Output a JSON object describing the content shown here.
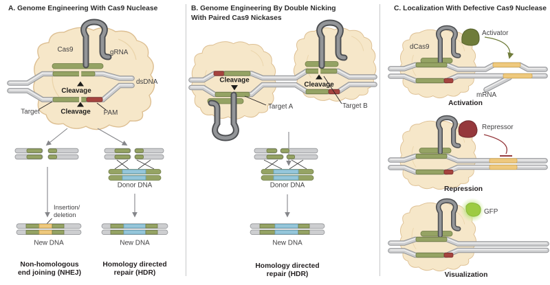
{
  "figure": {
    "type": "scientific-diagram",
    "subject": "CRISPR/Cas9 genome engineering mechanisms"
  },
  "panels": {
    "a": {
      "title": "A. Genome Engineering With Cas9 Nuclease",
      "cas9": "Cas9",
      "grna": "gRNA",
      "dsdna": "dsDNA",
      "cleavage": "Cleavage",
      "target": "Target",
      "pam": "PAM",
      "insertion1": "Insertion/",
      "insertion2": "deletion",
      "new_dna": "New DNA",
      "donor": "Donor DNA",
      "nhej1": "Non-homologous",
      "nhej2": "end joining (NHEJ)",
      "hdr1": "Homology directed",
      "hdr2": "repair (HDR)"
    },
    "b": {
      "title1": "B. Genome Engineering By Double Nicking",
      "title2": "With Paired Cas9 Nickases",
      "cleavage": "Cleavage",
      "target_a": "Target A",
      "target_b": "Target B",
      "donor": "Donor DNA",
      "new_dna": "New DNA",
      "hdr1": "Homology directed",
      "hdr2": "repair (HDR)"
    },
    "c": {
      "title": "C. Localization With Defective Cas9 Nuclease",
      "dcas9": "dCas9",
      "activator": "Activator",
      "mrna": "mRNA",
      "activation": "Activation",
      "repressor": "Repressor",
      "repression": "Repression",
      "gfp": "GFP",
      "visualization": "Visualization"
    }
  },
  "colors": {
    "protein_body": "#f6e7c9",
    "protein_outline": "#ddbf92",
    "dna_tube": "#cdced0",
    "target_green": "#95a364",
    "pam_red": "#a5443f",
    "insertion_yellow": "#eec97e",
    "donor_blue": "#95c6da",
    "grna_gray": "#939598",
    "activator_green": "#6f7c3a",
    "repressor_red": "#95383c",
    "gfp_green": "#9dcb43",
    "text_dark": "#231f20",
    "divider_gray": "#c6c7c9"
  }
}
